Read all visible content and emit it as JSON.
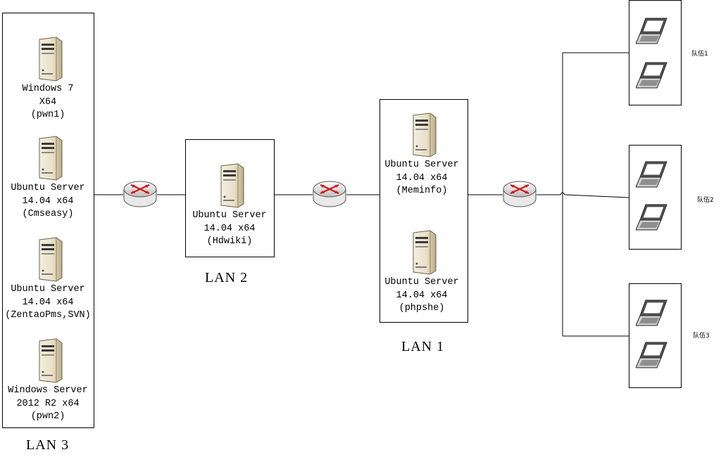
{
  "lans": [
    {
      "id": "lan3",
      "label": "LAN 3",
      "servers": [
        {
          "id": "pwn1",
          "lines": [
            "Windows 7",
            "X64",
            "(pwn1)"
          ]
        },
        {
          "id": "cmseasy",
          "lines": [
            "Ubuntu Server",
            "14.04 x64",
            "(Cmseasy)"
          ]
        },
        {
          "id": "zentao",
          "lines": [
            "Ubuntu Server",
            "14.04 x64",
            "(ZentaoPms,SVN)"
          ]
        },
        {
          "id": "pwn2",
          "lines": [
            "Windows Server",
            "2012 R2 x64",
            "(pwn2)"
          ]
        }
      ]
    },
    {
      "id": "lan2",
      "label": "LAN 2",
      "servers": [
        {
          "id": "hdwiki",
          "lines": [
            "Ubuntu Server",
            "14.04 x64",
            "(Hdwiki)"
          ]
        }
      ]
    },
    {
      "id": "lan1",
      "label": "LAN 1",
      "servers": [
        {
          "id": "meminfo",
          "lines": [
            "Ubuntu Server",
            "14.04 x64",
            "(Meminfo)"
          ]
        },
        {
          "id": "phpshe",
          "lines": [
            "Ubuntu Server",
            "14.04 x64",
            "(phpshe)"
          ]
        }
      ]
    }
  ],
  "teams": [
    {
      "id": "team1",
      "label": "队伍1",
      "laptops": 2
    },
    {
      "id": "team2",
      "label": "队伍2",
      "laptops": 2
    },
    {
      "id": "team3",
      "label": "队伍3",
      "laptops": 2
    }
  ],
  "routers": [
    "router-lan3-lan2",
    "router-lan2-lan1",
    "router-lan1-teams"
  ],
  "colors": {
    "line": "#000000",
    "router_body": "#e8e8e8",
    "router_arrows": "#d11a1a",
    "server_body": "#e9dfc6",
    "laptop_body": "#555555"
  },
  "icons": {
    "server": "server-icon",
    "router": "router-icon",
    "laptop": "laptop-icon"
  }
}
